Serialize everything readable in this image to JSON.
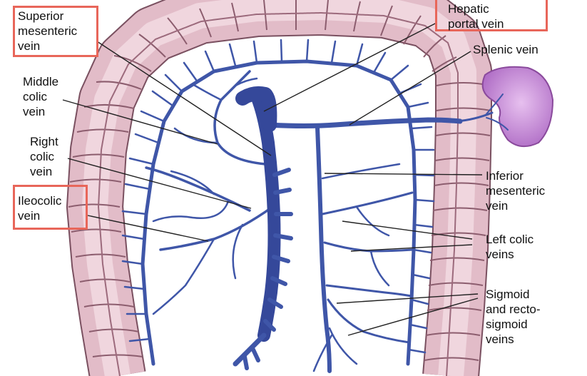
{
  "labels": {
    "superior_mesenteric": [
      "Superior",
      "mesenteric",
      "vein"
    ],
    "hepatic_portal": [
      "Hepatic",
      "portal vein"
    ],
    "splenic": [
      "Splenic vein"
    ],
    "middle_colic": [
      "Middle",
      "colic",
      "vein"
    ],
    "right_colic": [
      "Right",
      "colic",
      "vein"
    ],
    "ileocolic": [
      "Ileocolic",
      "vein"
    ],
    "inferior_mesenteric": [
      "Inferior",
      "mesenteric",
      "vein"
    ],
    "left_colic": [
      "Left colic",
      "veins"
    ],
    "sigmoid": [
      "Sigmoid",
      "and recto-",
      "sigmoid",
      "veins"
    ]
  },
  "highlighted": [
    "superior_mesenteric",
    "hepatic_portal",
    "ileocolic"
  ],
  "colors": {
    "highlight_box": "#e8665a",
    "vein": "#3f56a8",
    "vein_dark": "#2f3f8e",
    "colon": "#e6c3cd",
    "colon_outline": "#7a5060",
    "spleen": "#c98ad8",
    "leader_line": "#222222"
  }
}
